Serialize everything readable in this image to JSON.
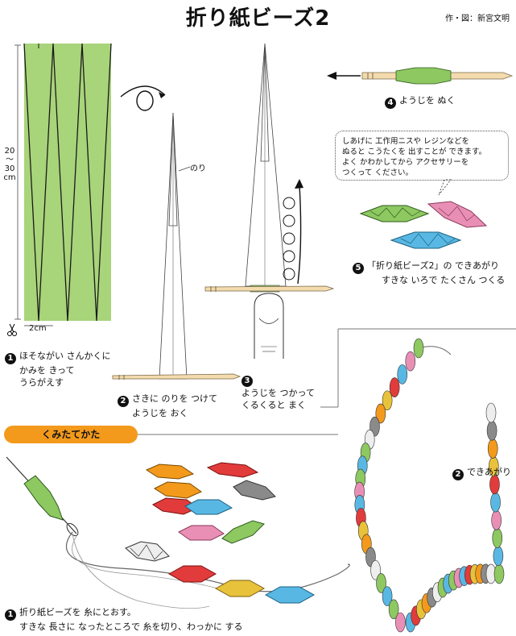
{
  "title": "折り紙ビーズ2",
  "credit": "作・図：新宮文明",
  "labels": {
    "length": [
      "20",
      "〜",
      "30",
      "cm"
    ],
    "width": "2cm",
    "glue": "のり"
  },
  "steps": {
    "s1": {
      "num": "1",
      "lines": [
        "ほそながい さんかくに",
        "かみを きって",
        "うらがえす"
      ]
    },
    "s2": {
      "num": "2",
      "lines": [
        "さきに のりを つけて",
        "ようじを おく"
      ]
    },
    "s3": {
      "num": "3",
      "lines": [
        "ようじを つかって",
        "くるくると まく"
      ]
    },
    "s4": {
      "num": "4",
      "lines": [
        "ようじを ぬく"
      ]
    },
    "s5": {
      "num": "5",
      "lines": [
        "「折り紙ビーズ2」の できあがり",
        "すきな いろで たくさん つくる"
      ]
    }
  },
  "bubble": [
    "しあげに 工作用ニスや レジンなどを",
    "ぬると こうたくを 出すことが できます。",
    "よく かわかしてから アクセサリーを",
    "つくって ください。"
  ],
  "section": "くみたてかた",
  "assembly": {
    "a1": {
      "num": "1",
      "lines": [
        "折り紙ビーズを 糸にとおす。",
        "すきな 長さに なったところで 糸を切り、わっかに する"
      ]
    },
    "a2": {
      "num": "2",
      "label": "できあがり"
    }
  },
  "colors": {
    "paper_green": "#a8d47a",
    "toothpick": "#f3dbae",
    "orange": "#f39a1c",
    "bead_green": "#8dc860",
    "bead_pink": "#e98fb6",
    "bead_blue": "#59b8e3",
    "bead_red": "#e23b3b",
    "bead_yellow": "#e8c23a",
    "bead_gray": "#8a8a8a"
  }
}
